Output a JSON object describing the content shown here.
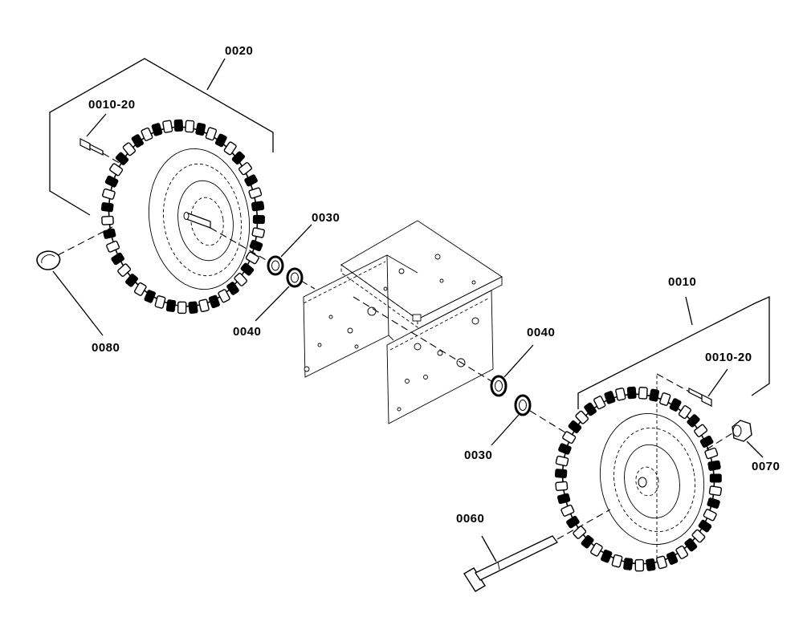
{
  "diagram": {
    "labels": {
      "wheel_left_assembly": "0020",
      "valve_left": "0010-20",
      "lynch_pin": "0080",
      "washer_upper_left": "0030",
      "washer_lower_left": "0040",
      "wheel_right_assembly": "0010",
      "valve_right": "0010-20",
      "washer_upper_right": "0040",
      "washer_lower_right": "0030",
      "nut": "0070",
      "bolt": "0060"
    }
  },
  "colors": {
    "ink": "#000000",
    "paper": "#ffffff"
  }
}
